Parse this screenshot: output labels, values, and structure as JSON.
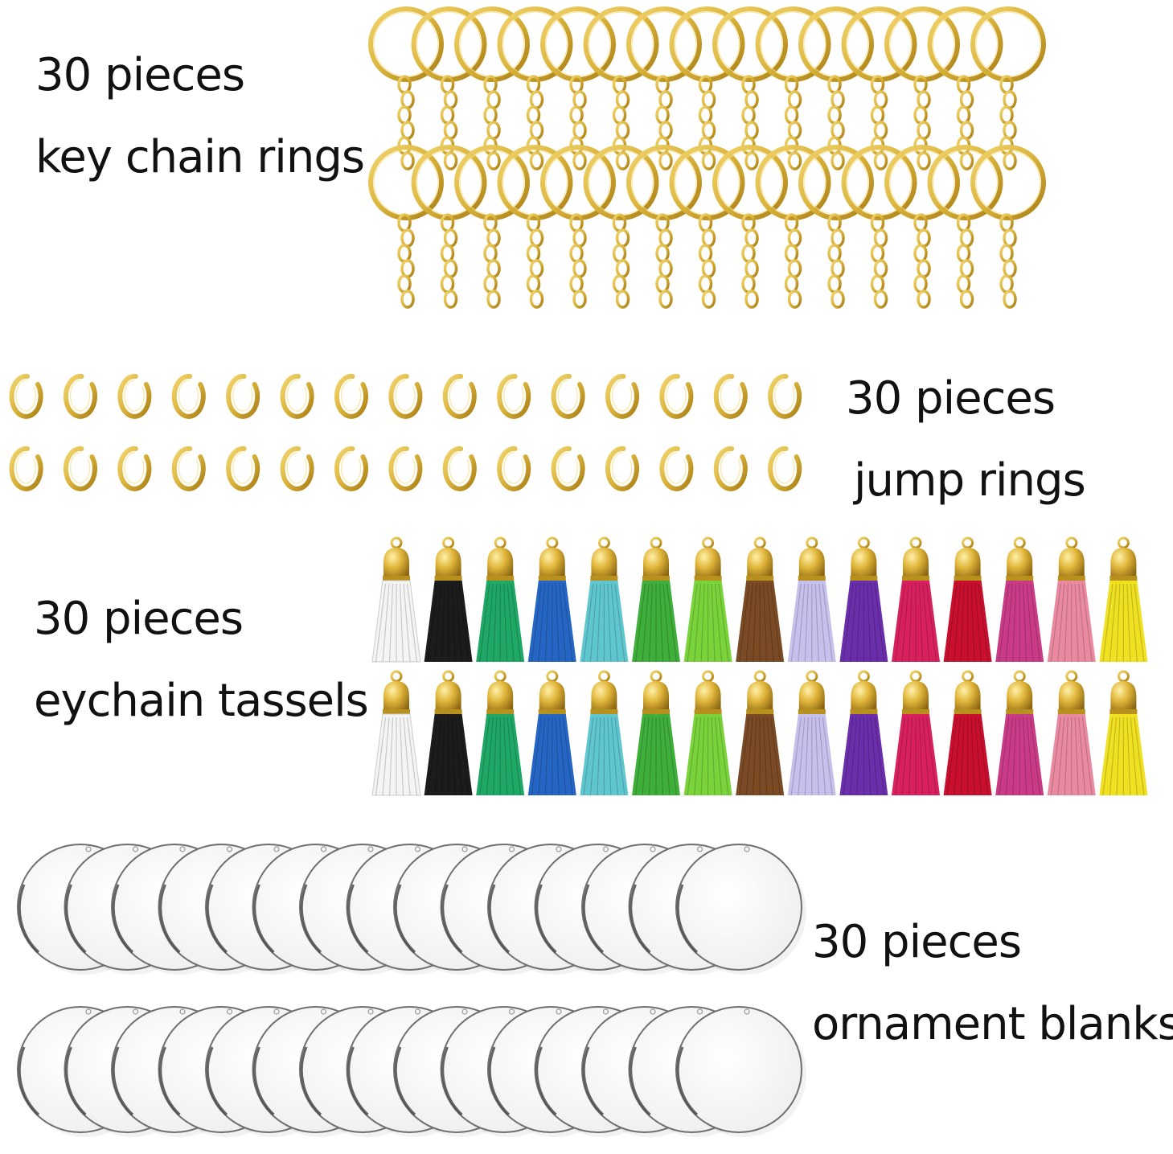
{
  "colors": {
    "gold": "#d9b23a",
    "gold_dark": "#a87d14",
    "acrylic_edge": "#6f6f6f",
    "background": "#ffffff"
  },
  "sections": [
    {
      "id": "key-chain-rings",
      "count_label": "30 pieces",
      "name_label": "key chain rings",
      "icon": "key-chain-ring-icon"
    },
    {
      "id": "jump-rings",
      "count_label": "30 pieces",
      "name_label": "jump rings",
      "icon": "jump-ring-icon"
    },
    {
      "id": "keychain-tassels",
      "count_label": "30 pieces",
      "name_label": "eychain tassels",
      "icon": "tassel-icon"
    },
    {
      "id": "ornament-blanks",
      "count_label": "30 pieces",
      "name_label": "ornament blanks",
      "icon": "acrylic-blank-icon"
    }
  ],
  "tassel_colors": [
    "#f4f4f4",
    "#1c1c1c",
    "#1fa765",
    "#2566c4",
    "#5fc6cf",
    "#3fae3a",
    "#7ad33b",
    "#7a4a24",
    "#c7c0ec",
    "#6a2eaa",
    "#d8205f",
    "#c8102e",
    "#c93b87",
    "#e98aa1",
    "#f0e022"
  ]
}
